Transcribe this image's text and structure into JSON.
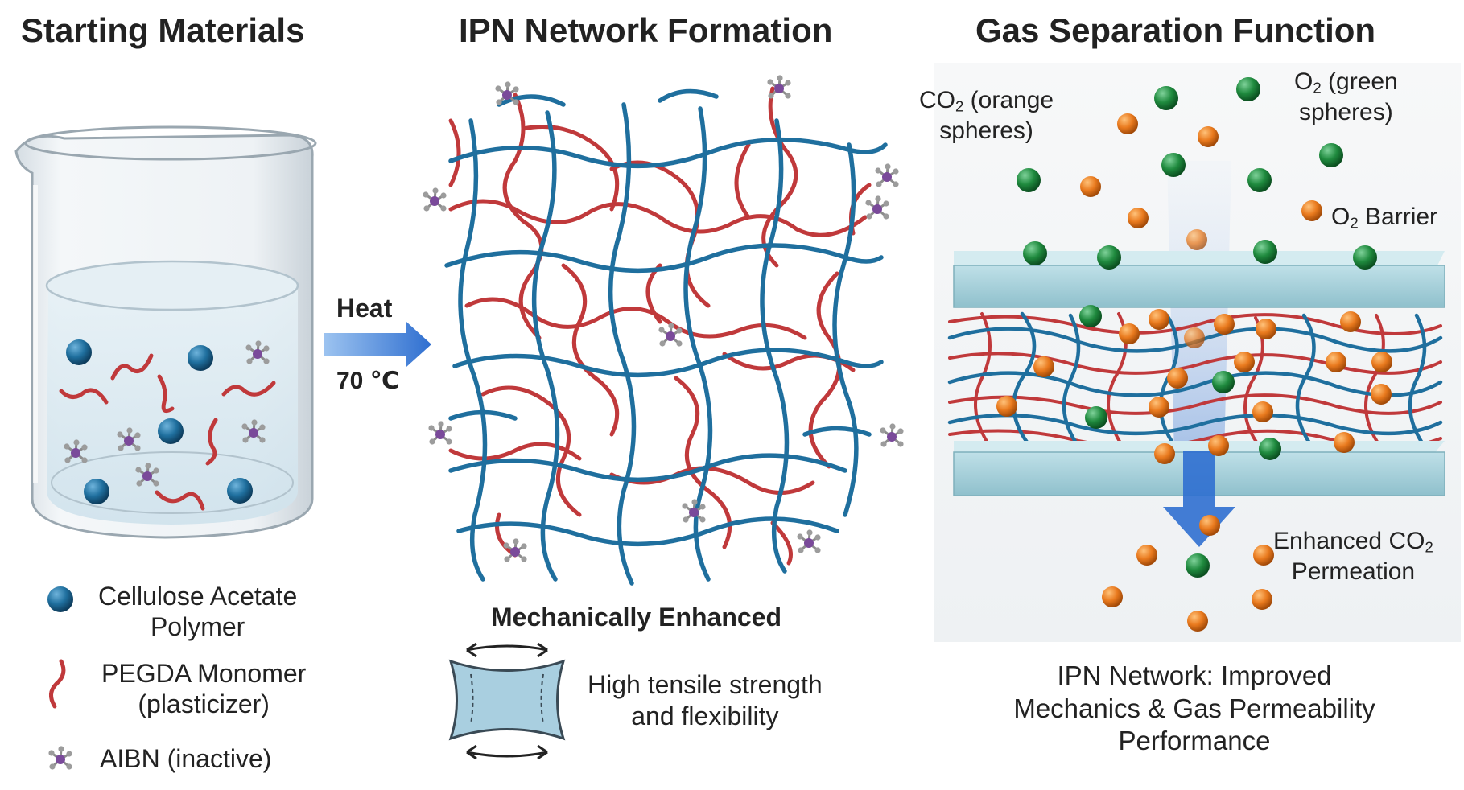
{
  "panels": {
    "left": {
      "title": "Starting Materials"
    },
    "middle": {
      "title": "IPN Network Formation"
    },
    "right": {
      "title": "Gas Separation Function"
    }
  },
  "heat_arrow": {
    "label": "Heat",
    "temperature": "70 ℃"
  },
  "legend": {
    "cellulose_line1": "Cellulose Acetate",
    "cellulose_line2": "Polymer",
    "pegda_line1": "PEGDA Monomer",
    "pegda_line2": "(plasticizer)",
    "aibn": "AIBN (inactive)"
  },
  "middle": {
    "mech_title": "Mechanically Enhanced",
    "tensile_line1": "High tensile strength",
    "tensile_line2": "and flexibility"
  },
  "right": {
    "co2_label_a": "CO",
    "co2_label_sub": "2",
    "co2_label_b": " (orange",
    "co2_label_line2": "spheres)",
    "o2_label_a": "O",
    "o2_label_sub": "2",
    "o2_label_b": " (green",
    "o2_label_line2": "spheres)",
    "barrier_a": "O",
    "barrier_sub": "2",
    "barrier_b": " Barrier",
    "perm_line1_a": "Enhanced CO",
    "perm_line1_sub": "2",
    "perm_line2": "Permeation",
    "summary_line1": "IPN Network: Improved",
    "summary_line2": "Mechanics  &  Gas Permeability",
    "summary_line3": "Performance"
  },
  "colors": {
    "cellulose_blue": "#1f6f9e",
    "pegda_red": "#c0393b",
    "aibn_purple": "#7a4a9a",
    "co2_orange": "#e97a1e",
    "o2_green": "#1f8a3e",
    "arrow_blue": "#3a7bd5",
    "membrane": "#a9d3dd"
  }
}
